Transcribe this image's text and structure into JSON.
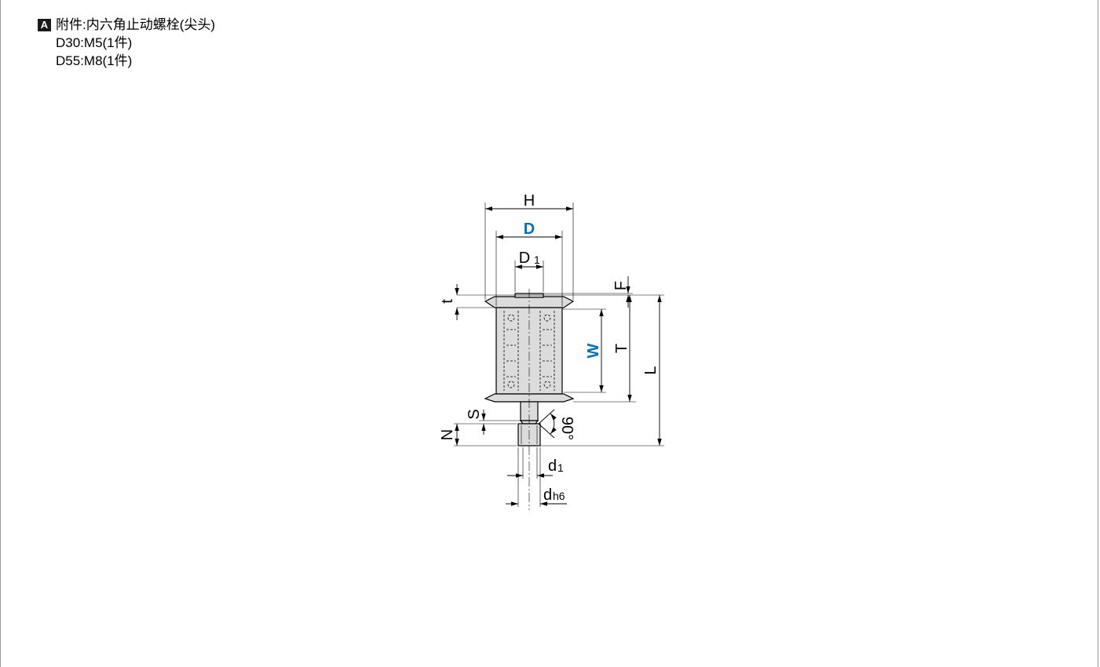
{
  "notes": {
    "badge": "A",
    "title": "附件:内六角止动螺栓(尖头)",
    "lines": [
      "D30:M5(1件)",
      "D55:M8(1件)"
    ]
  },
  "dimensions": {
    "H": "H",
    "D": "D",
    "D1": "D",
    "D1_sub": "1",
    "F": "F",
    "t": "t",
    "W": "W",
    "T": "T",
    "L": "L",
    "S": "S",
    "N": "N",
    "angle": "90°",
    "d1": "d",
    "d1_sub": "1",
    "dh6": "d",
    "dh6_sub": "h6"
  },
  "colors": {
    "accent": "#0a6fb5",
    "line": "#000000",
    "body_fill": "#dcdcdc"
  }
}
